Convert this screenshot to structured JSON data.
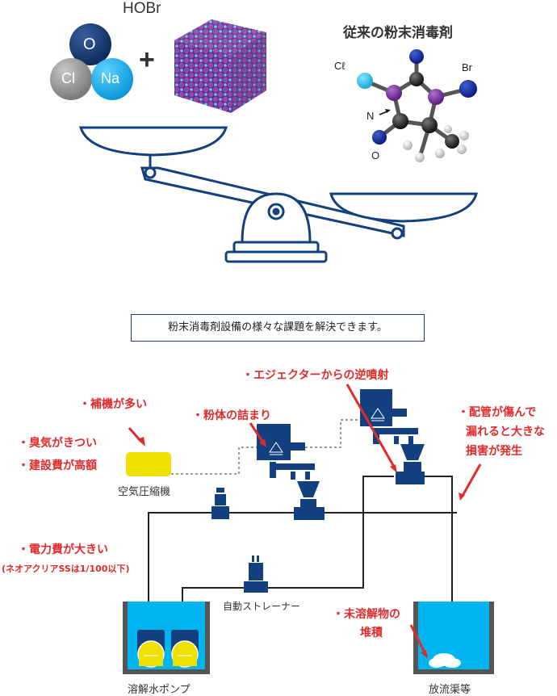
{
  "top": {
    "formula": "HOBr",
    "conventional_title": "従来の粉末消毒剤",
    "atoms": {
      "o": "O",
      "cl": "Cl",
      "na": "Na"
    },
    "plus": "+",
    "molecule_labels": {
      "cl": "Cℓ",
      "br": "Br",
      "n": "N",
      "o": "O"
    }
  },
  "banner": "粉末消毒剤設備の様々な課題を解決できます。",
  "issues": {
    "hoki": "・補機が多い",
    "shuuki": "・臭気がきつい",
    "kensetsu": "・建設費が高額",
    "funtai": "・粉体の詰まり",
    "ejector": "・エジェクターからの逆噴射",
    "haikan_1": "・配管が傷んで",
    "haikan_2": "漏れると大きな",
    "haikan_3": "損害が発生",
    "denryoku": "・電力費が大きい",
    "neoaqua": "(ネオアクリアSSは1/100以下)",
    "miyoukai_1": "・未溶解物の",
    "miyoukai_2": "堆積"
  },
  "equipment": {
    "compressor": "空気圧縮機",
    "strainer": "自動ストレーナー",
    "pump": "溶解水ポンプ",
    "outlet": "放流渠等"
  },
  "colors": {
    "navy": "#13407e",
    "water": "#00b4f0",
    "yellow": "#f0e000",
    "red": "#e02b2b",
    "purple": "#7a3a9a"
  }
}
